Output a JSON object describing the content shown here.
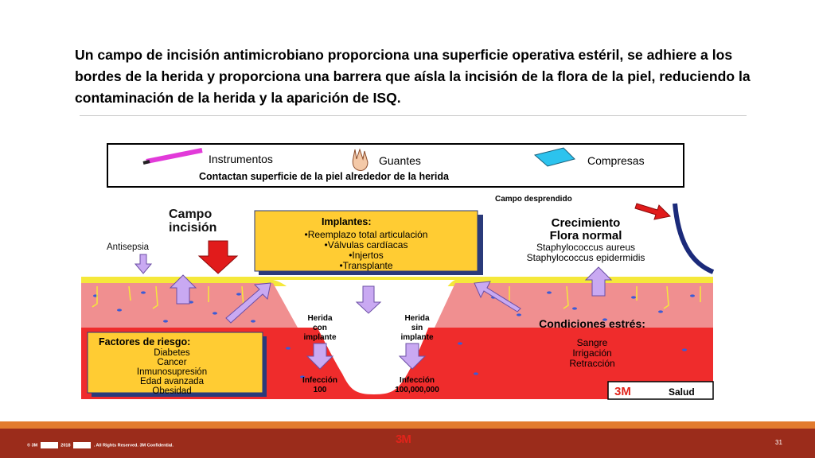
{
  "slide": {
    "heading": "Un campo de incisión antimicrobiano proporciona una superficie operativa estéril, se adhiere a los bordes de la herida y proporciona una barrera que aísla la incisión de la flora de la piel, reduciendo la contaminación de la herida y la aparición de ISQ.",
    "page_number": "31"
  },
  "diagram": {
    "top_banner": {
      "instrumentos": "Instrumentos",
      "guantes": "Guantes",
      "compresas": "Compresas",
      "caption": "Contactan superficie de la piel alrededor de la herida"
    },
    "campo_desprendido": "Campo desprendido",
    "campo_incision": [
      "Campo",
      "incisión"
    ],
    "antisepsia": "Antisepsia",
    "implantes": {
      "title": "Implantes:",
      "items": [
        "•Reemplazo total articulación",
        "•Válvulas cardíacas",
        "•Injertos",
        "•Transplante"
      ]
    },
    "crecimiento": {
      "title": [
        "Crecimiento",
        "Flora normal"
      ],
      "items": [
        "Staphylococcus aureus",
        "Staphylococcus epidermidis"
      ]
    },
    "herida_con": [
      "Herida",
      "con",
      "implante"
    ],
    "herida_sin": [
      "Herida",
      "sin",
      "implante"
    ],
    "infeccion_con": [
      "Infección",
      "100"
    ],
    "infeccion_sin": [
      "Infección",
      "100,000,000"
    ],
    "factores": {
      "title": "Factores de riesgo:",
      "items": [
        "Diabetes",
        "Cancer",
        "Inmunosupresión",
        "Edad avanzada",
        "Obesidad"
      ]
    },
    "condiciones": {
      "title": "Condiciones estrés:",
      "items": [
        "Sangre",
        "Irrigación",
        "Retracción"
      ]
    },
    "brand_3m_salud": [
      "3M",
      "Salud"
    ]
  },
  "footer": {
    "copyright": "© 3M",
    "year": "2018",
    "rights": ". All Rights Reserved. 3M Confidential.",
    "logo": "3M"
  },
  "colors": {
    "skin_pink": "#f08f90",
    "tissue_red": "#ef2c2c",
    "yellow_layer": "#f5e83a",
    "box_yellow": "#ffcc33",
    "arrow_lavender": "#c9a9f2",
    "footer_orange": "#e27b2e",
    "footer_red": "#9b2c1b"
  }
}
